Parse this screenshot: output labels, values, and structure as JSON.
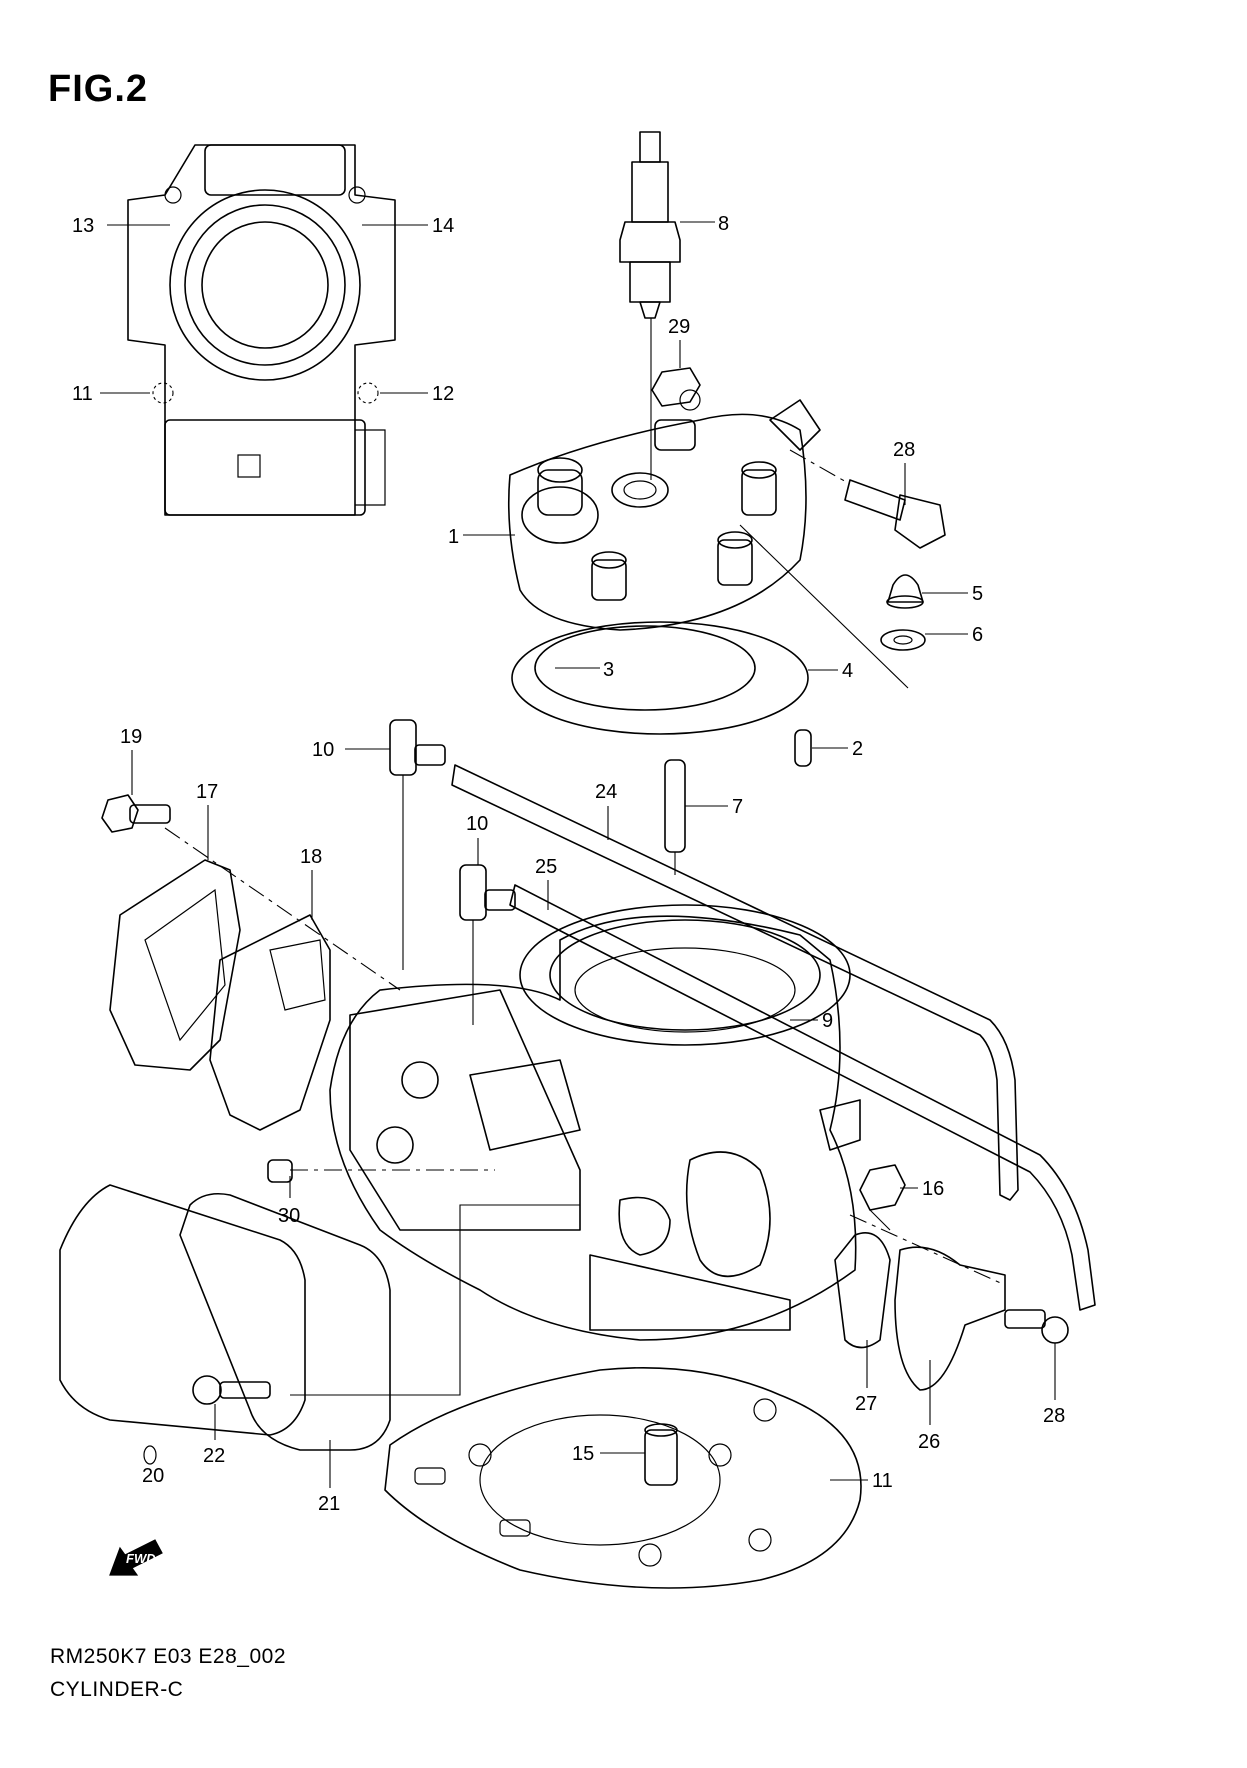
{
  "figure": {
    "title": "FIG.2",
    "code": "RM250K7 E03 E28_002",
    "name": "CYLINDER-C",
    "fwd_label": "FWD"
  },
  "callouts": [
    {
      "id": "c1",
      "label": "1"
    },
    {
      "id": "c2",
      "label": "2"
    },
    {
      "id": "c3",
      "label": "3"
    },
    {
      "id": "c4",
      "label": "4"
    },
    {
      "id": "c5",
      "label": "5"
    },
    {
      "id": "c6",
      "label": "6"
    },
    {
      "id": "c7",
      "label": "7"
    },
    {
      "id": "c8",
      "label": "8"
    },
    {
      "id": "c9",
      "label": "9"
    },
    {
      "id": "c10a",
      "label": "10"
    },
    {
      "id": "c10b",
      "label": "10"
    },
    {
      "id": "c11",
      "label": "11"
    },
    {
      "id": "c12",
      "label": "12"
    },
    {
      "id": "c13",
      "label": "13"
    },
    {
      "id": "c14",
      "label": "14"
    },
    {
      "id": "c15",
      "label": "15"
    },
    {
      "id": "c16",
      "label": "16"
    },
    {
      "id": "c17",
      "label": "17"
    },
    {
      "id": "c18",
      "label": "18"
    },
    {
      "id": "c19",
      "label": "19"
    },
    {
      "id": "c20",
      "label": "20"
    },
    {
      "id": "c21",
      "label": "21"
    },
    {
      "id": "c22",
      "label": "22"
    },
    {
      "id": "c23",
      "label": "23"
    },
    {
      "id": "c24",
      "label": "24"
    },
    {
      "id": "c25",
      "label": "25"
    },
    {
      "id": "c26",
      "label": "26"
    },
    {
      "id": "c27",
      "label": "27"
    },
    {
      "id": "c28",
      "label": "28"
    },
    {
      "id": "c29",
      "label": "29"
    },
    {
      "id": "c30",
      "label": "30"
    },
    {
      "id": "c31",
      "label": "31"
    }
  ]
}
